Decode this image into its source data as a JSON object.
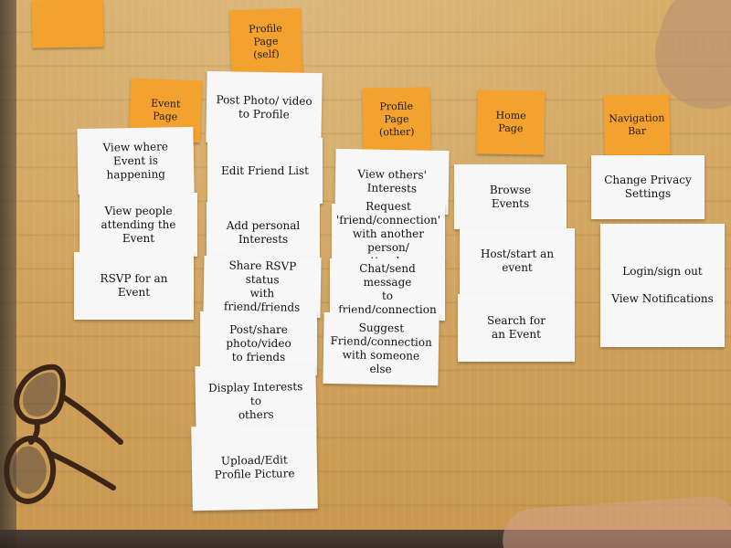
{
  "stickies": [
    {
      "key": "profile_page_self",
      "text": "Profile\nPage\n(self)"
    },
    {
      "key": "event_page",
      "text": "Event\nPage"
    },
    {
      "key": "profile_page_other",
      "text": "Profile\nPage\n(other)"
    },
    {
      "key": "home_page",
      "text": "Home\nPage"
    },
    {
      "key": "navigation_bar",
      "text": "Navigation\nBar"
    },
    {
      "key": "top_left_blank",
      "text": ""
    }
  ],
  "cards": [
    {
      "key": "view_where_event",
      "text": "View where\nEvent is happening"
    },
    {
      "key": "view_people_attending",
      "text": "View people\nattending the Event"
    },
    {
      "key": "rsvp_event",
      "text": "RSVP for an\nEvent"
    },
    {
      "key": "post_photo_profile",
      "text": "Post Photo/ video\nto Profile"
    },
    {
      "key": "edit_friend_list",
      "text": "Edit Friend List"
    },
    {
      "key": "add_personal_interests",
      "text": "Add personal\nInterests"
    },
    {
      "key": "share_rsvp",
      "text": "Share RSVP status\nwith friend/friends"
    },
    {
      "key": "post_share_photo",
      "text": "Post/share photo/video\nto friends"
    },
    {
      "key": "display_interests",
      "text": "Display Interests to\nothers"
    },
    {
      "key": "upload_profile_picture",
      "text": "Upload/Edit\nProfile Picture"
    },
    {
      "key": "view_others_interests",
      "text": "View others'\nInterests"
    },
    {
      "key": "request_friend",
      "text": "Request 'friend/connection'\nwith another person/\nattendee"
    },
    {
      "key": "chat_message",
      "text": "Chat/send message\nto friend/connection"
    },
    {
      "key": "suggest_friend",
      "text": "Suggest Friend/connection\nwith someone else"
    },
    {
      "key": "browse_events",
      "text": "Browse\nEvents"
    },
    {
      "key": "host_start_event",
      "text": "Host/start an\nevent"
    },
    {
      "key": "search_event",
      "text": "Search for\nan Event"
    },
    {
      "key": "change_privacy",
      "text": "Change Privacy\nSettings"
    },
    {
      "key": "login_signout_notifications",
      "text": "Login/sign out\n\nView Notifications"
    }
  ],
  "colors": {
    "sticky": "#f3a12f",
    "card": "#f7f7f7",
    "table": "#d4a862"
  },
  "objects": {
    "sunglasses": "sunglasses"
  }
}
